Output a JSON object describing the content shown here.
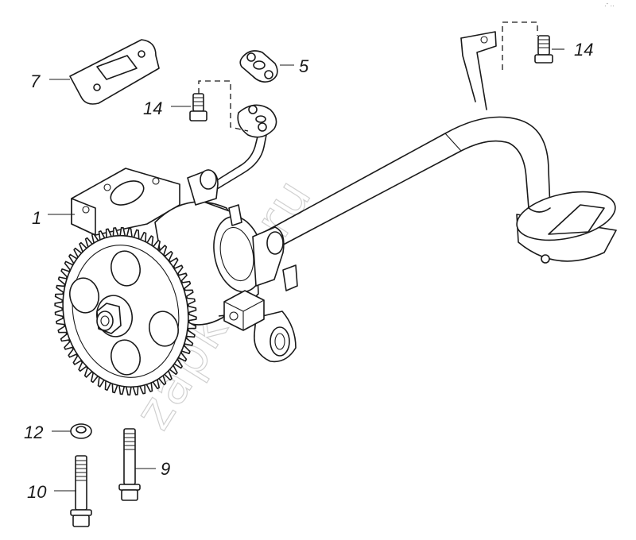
{
  "watermark": "zapkam.ru",
  "callouts": {
    "pump": "1",
    "gasket_oval": "5",
    "gasket_flange": "7",
    "bolt_left": "14",
    "bolt_right": "14",
    "washer": "12",
    "long_bolt": "9",
    "bolt_bottom": "10"
  },
  "corner_mark": "·ˉ ··"
}
